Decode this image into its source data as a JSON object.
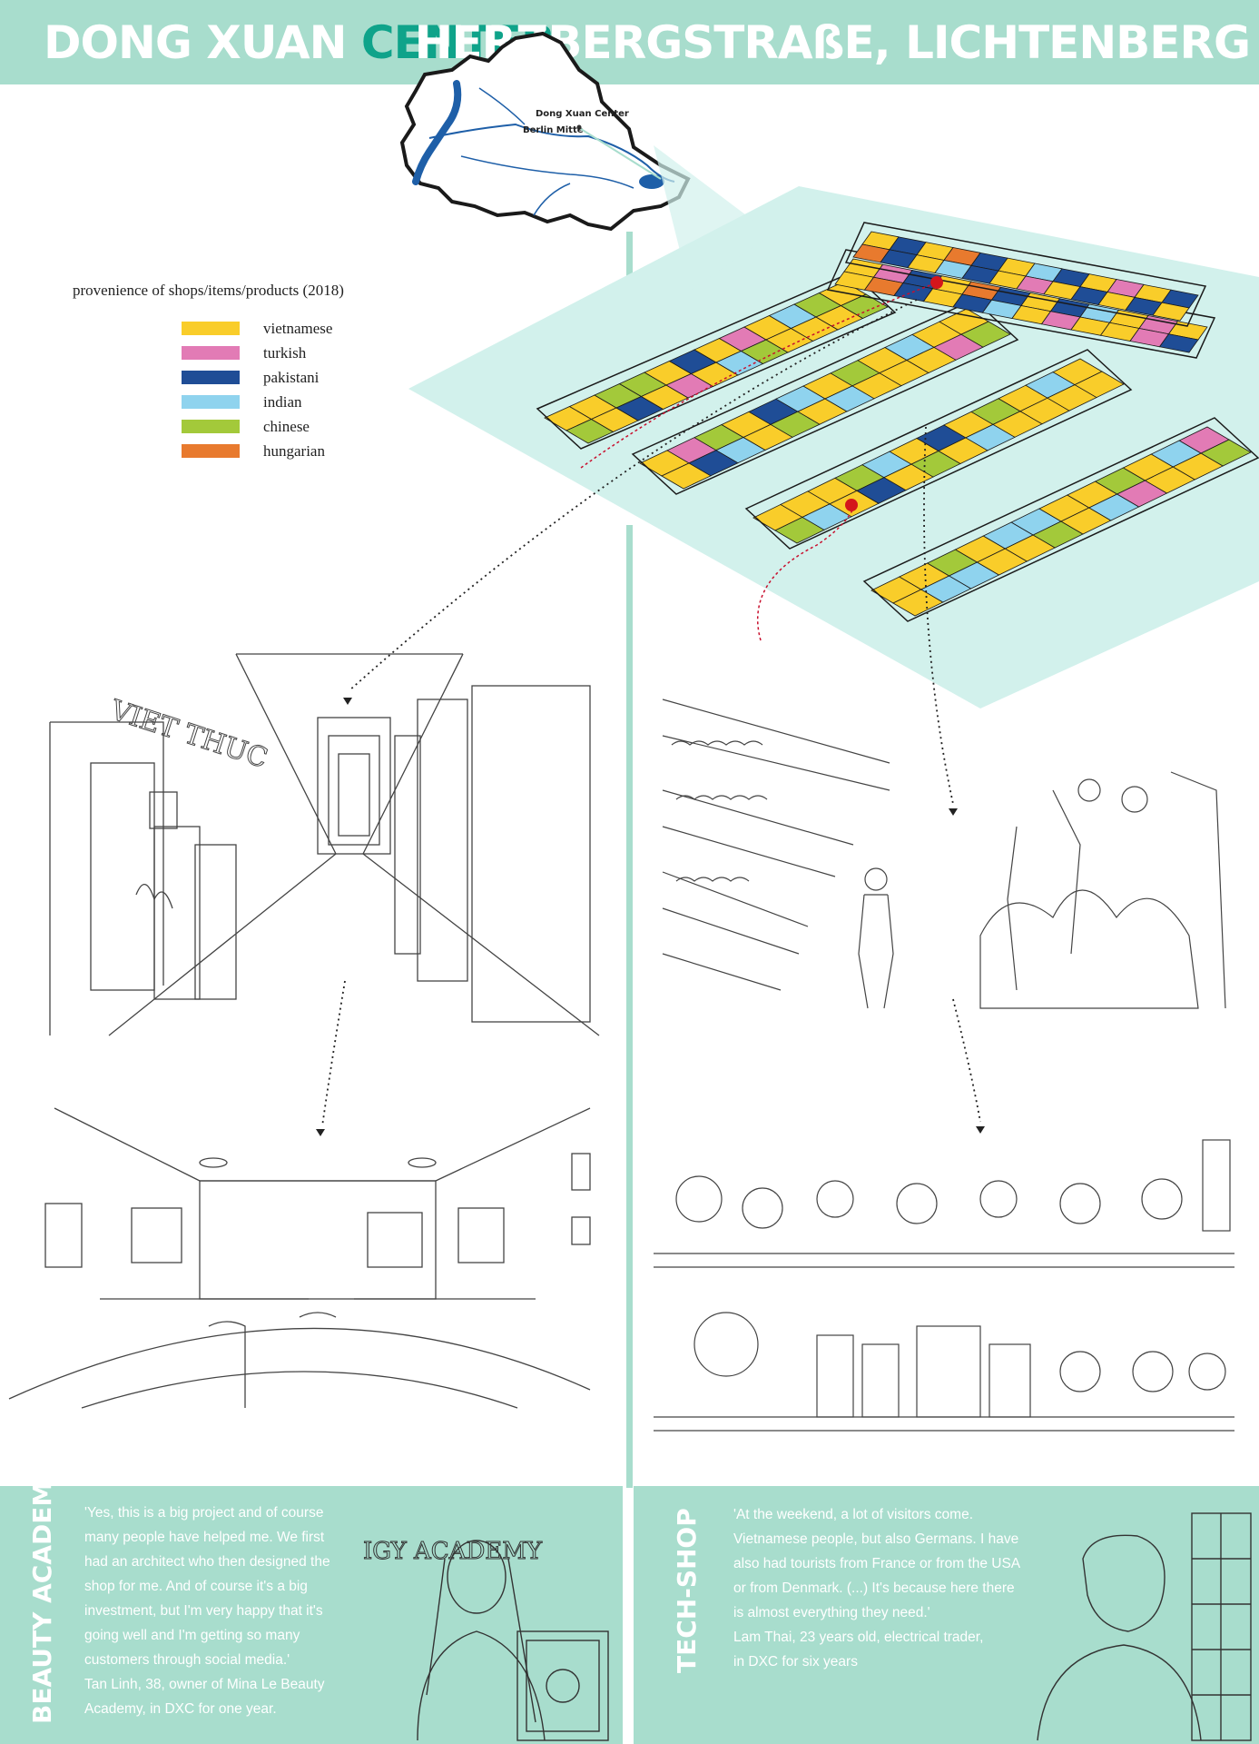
{
  "header": {
    "title_left_part1": "DONG XUAN ",
    "title_left_part2": "CENTER",
    "title_right": "HERZBERGSTRAßE, LICHTENBERG"
  },
  "map": {
    "label_center": "Dong Xuan Center",
    "label_mitte": "Berlin Mitte"
  },
  "legend": {
    "title": "provenience of shops/items/products (2018)",
    "items": [
      {
        "label": "vietnamese",
        "color": "#f9cd2a"
      },
      {
        "label": "turkish",
        "color": "#e27bb5"
      },
      {
        "label": "pakistani",
        "color": "#1f4d96"
      },
      {
        "label": "indian",
        "color": "#8fd3ee"
      },
      {
        "label": "chinese",
        "color": "#a3c93a"
      },
      {
        "label": "hungarian",
        "color": "#e87a2e"
      }
    ]
  },
  "colors": {
    "mint": "#a8ddcd",
    "accent": "#0fa38a",
    "plaza": "#d2f1ec"
  },
  "panels": {
    "beauty": {
      "tag": "BEAUTY ACADEMY",
      "quote": "'Yes, this is a big project and of course\nmany people have helped me. We first\nhad an architect who then designed the\nshop for me. And of course it's a big\ninvestment, but I'm very happy that it's\ngoing well and I'm getting so many\ncustomers through social media.'\nTan Linh, 38, owner of Mina Le Beauty\nAcademy, in DXC for one year.",
      "sign": "IGY ACADEMY"
    },
    "tech": {
      "tag": "TECH-SHOP",
      "quote": "'At the weekend, a lot of visitors come.\nVietnamese people, but also Germans. I have\nalso had tourists from France or from the USA\nor from Denmark. (...) It's because here there\nis almost everything they need.'\nLam Thai, 23 years old, electrical trader,\nin DXC for six years"
    }
  },
  "sketches": {
    "corridor_sign": "VIET THUC"
  }
}
